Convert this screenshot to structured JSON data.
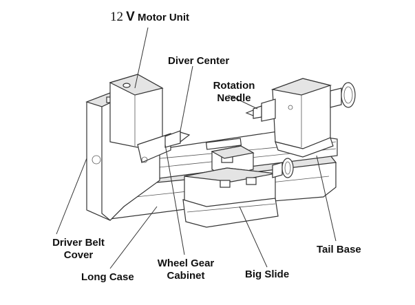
{
  "diagram": {
    "labels": {
      "motor_unit_voltage": "12",
      "motor_unit_v": "V",
      "motor_unit_text": "Motor Unit",
      "diver_center": "Diver Center",
      "rotation_needle_1": "Rotation",
      "rotation_needle_2": "Needle",
      "driver_belt_cover_1": "Driver Belt",
      "driver_belt_cover_2": "Cover",
      "long_case": "Long Case",
      "wheel_gear_cabinet_1": "Wheel Gear",
      "wheel_gear_cabinet_2": "Cabinet",
      "big_slide": "Big Slide",
      "tail_base": "Tail Base"
    }
  }
}
